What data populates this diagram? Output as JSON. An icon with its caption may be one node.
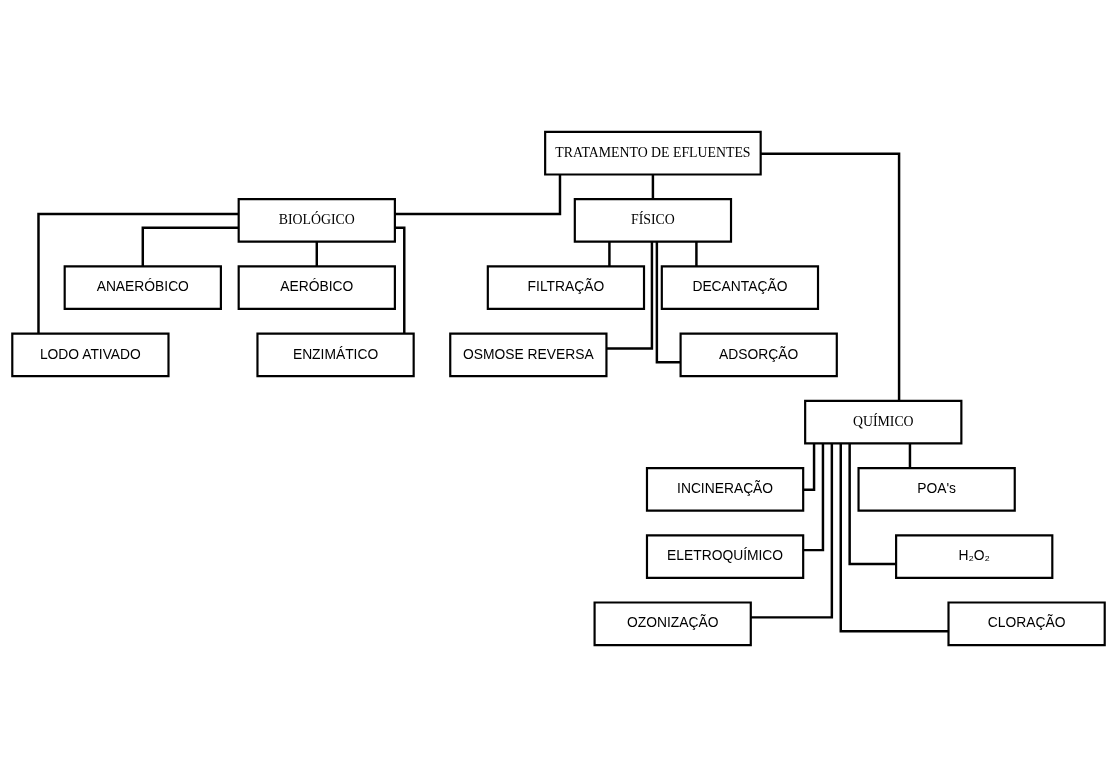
{
  "diagram": {
    "nodes": [
      {
        "text": [
          "TRATAMENTO DE EFLUENTES"
        ]
      },
      {
        "text": [
          "BIOLÓGICO"
        ]
      },
      {
        "text": [
          "FÍSICO"
        ]
      },
      {
        "text": [
          "AERÓBICO"
        ]
      },
      {
        "text": [
          "ANAERÓBICO"
        ]
      },
      {
        "text": [
          "DECANTAÇÃO"
        ]
      },
      {
        "text": [
          "FILTRAÇÃO"
        ]
      },
      {
        "text": [
          "ENZIMÁTICO"
        ]
      },
      {
        "text": [
          "LODO ATIVADO"
        ]
      },
      {
        "text": [
          "ADSORÇÃO"
        ]
      },
      {
        "text": [
          "OSMOSE REVERSA"
        ]
      },
      {
        "text": [
          "QUÍMICO"
        ]
      },
      {
        "text": [
          "INCINERAÇÃO"
        ]
      },
      {
        "text": [
          "POA's"
        ]
      },
      {
        "text": [
          "ELETROQUÍMICO"
        ]
      },
      {
        "text": [
          "H₂O₂"
        ]
      },
      {
        "text": [
          "OZONIZAÇÃO"
        ]
      },
      {
        "text": [
          "CLORAÇÃO"
        ]
      }
    ],
    "edges": [
      {
        "from": 0,
        "to": 1,
        "arrow": "none"
      },
      {
        "from": 0,
        "to": 2,
        "arrow": "none"
      },
      {
        "from": 0,
        "to": 11,
        "arrow": "none"
      },
      {
        "from": 1,
        "to": 3,
        "arrow": "none"
      },
      {
        "from": 1,
        "to": 4,
        "arrow": "none"
      },
      {
        "from": 1,
        "to": 7,
        "arrow": "none"
      },
      {
        "from": 1,
        "to": 8,
        "arrow": "none"
      },
      {
        "from": 2,
        "to": 5,
        "arrow": "none"
      },
      {
        "from": 2,
        "to": 6,
        "arrow": "none"
      },
      {
        "from": 2,
        "to": 9,
        "arrow": "none"
      },
      {
        "from": 2,
        "to": 10,
        "arrow": "none"
      },
      {
        "from": 11,
        "to": 12,
        "arrow": "none"
      },
      {
        "from": 11,
        "to": 13,
        "arrow": "none"
      },
      {
        "from": 11,
        "to": 14,
        "arrow": "none"
      },
      {
        "from": 11,
        "to": 15,
        "arrow": "none"
      },
      {
        "from": 11,
        "to": 16,
        "arrow": "none"
      },
      {
        "from": 11,
        "to": 17,
        "arrow": "none"
      }
    ]
  }
}
